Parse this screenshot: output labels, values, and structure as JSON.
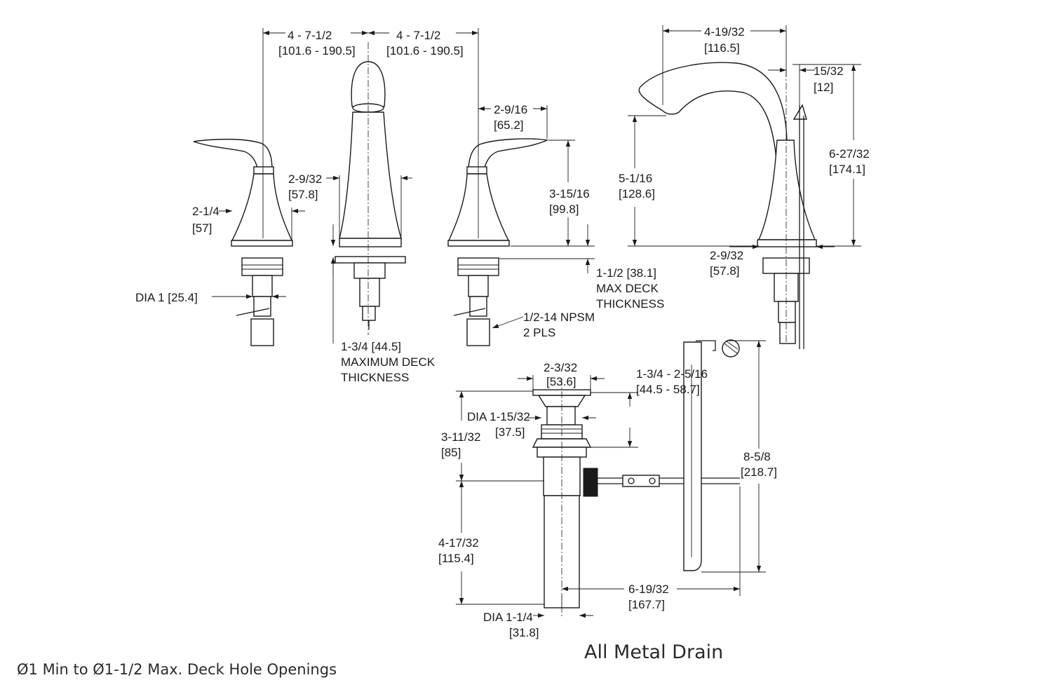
{
  "diagram": {
    "top_left_spacing": {
      "in": "4 - 7-1/2",
      "mm": "[101.6 - 190.5]"
    },
    "top_right_spacing": {
      "in": "4 - 7-1/2",
      "mm": "[101.6 - 190.5]"
    },
    "handle_height": {
      "in": "2-9/16",
      "mm": "[65.2]"
    },
    "valve_height": {
      "in": "3-15/16",
      "mm": "[99.8]"
    },
    "handle_base": {
      "in": "2-1/4",
      "mm": "[57]"
    },
    "spout_base_front": {
      "in": "2-9/32",
      "mm": "[57.8]"
    },
    "valve_dia": "DIA 1  [25.4]",
    "max_deck_right": {
      "line1": "1-1/2 [38.1]",
      "line2": "MAX DECK",
      "line3": "THICKNESS"
    },
    "npsm": {
      "line1": "1/2-14 NPSM",
      "line2": "2 PLS"
    },
    "max_deck_left": {
      "line1": "1-3/4 [44.5]",
      "line2": "MAXIMUM DECK",
      "line3": "THICKNESS"
    },
    "spout_reach": {
      "in": "4-19/32",
      "mm": "[116.5]"
    },
    "lift_rod_offset": {
      "in": "15/32",
      "mm": "[12]"
    },
    "spout_height": {
      "in": "5-1/16",
      "mm": "[128.6]"
    },
    "overall_height": {
      "in": "6-27/32",
      "mm": "[174.1]"
    },
    "spout_base_side": {
      "in": "2-9/32",
      "mm": "[57.8]"
    },
    "drain_flange": {
      "in": "2-3/32",
      "mm": "[53.6]"
    },
    "drain_body_range": {
      "in": "1-3/4 - 2-5/16",
      "mm": "[44.5 - 58.7]"
    },
    "drain_dia": {
      "in": "DIA 1-15/32",
      "mm": "[37.5]"
    },
    "drain_upper": {
      "in": "3-11/32",
      "mm": "[85]"
    },
    "rod_length": {
      "in": "8-5/8",
      "mm": "[218.7]"
    },
    "drain_lower": {
      "in": "4-17/32",
      "mm": "[115.4]"
    },
    "tailpiece_reach": {
      "in": "6-19/32",
      "mm": "[167.7]"
    },
    "tailpiece_dia": {
      "in": "DIA 1-1/4",
      "mm": "[31.8]"
    }
  },
  "captions": {
    "drain": "All Metal Drain",
    "deck_holes": "Ø1 Min to  Ø1-1/2 Max. Deck Hole Openings"
  }
}
